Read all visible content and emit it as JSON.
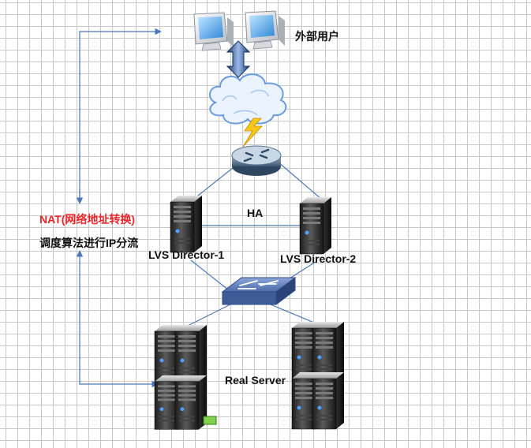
{
  "labels": {
    "external_users": "外部用户",
    "ha": "HA",
    "director_1": "LVS Director-1",
    "director_2": "LVS Director-2",
    "nat": "NAT(网络地址转换)",
    "scheduling": "调度算法进行IP分流",
    "real_server": "Real Server"
  },
  "colors": {
    "nat_text": "#e8262a",
    "link_line": "#4a78b8",
    "grid": "#c9c9c9"
  },
  "icons": [
    "desktop-computer-icon",
    "double-arrow-icon",
    "cloud-icon",
    "lightning-icon",
    "router-icon",
    "server-icon",
    "switch-icon",
    "server-cluster-icon"
  ]
}
